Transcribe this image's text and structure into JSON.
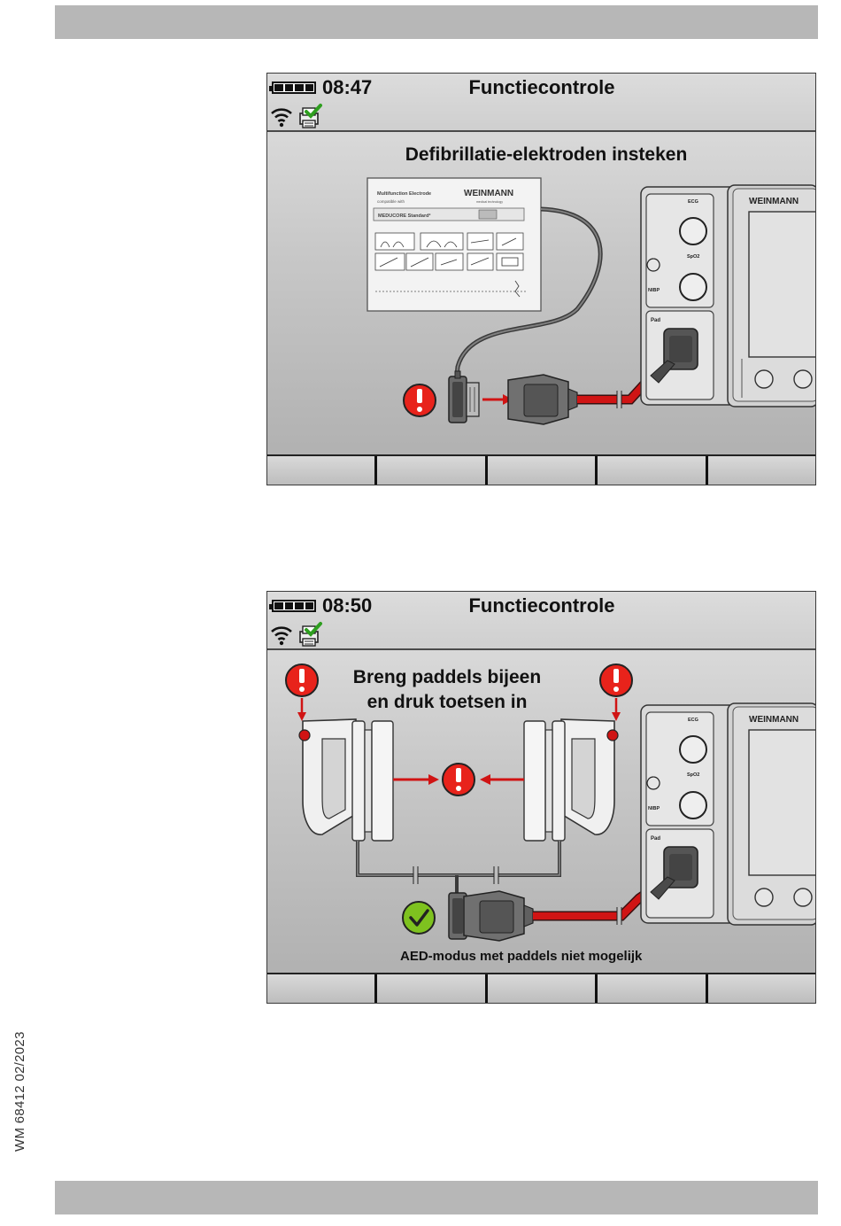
{
  "document_number": "WM 68412 02/2023",
  "screens": [
    {
      "time": "08:47",
      "title": "Functiecontrole",
      "instruction": "Defibrillatie-elektroden insteken",
      "electrode_pack": {
        "label": "Multifunction Electrode",
        "compat": "compatible with",
        "product": "MEDUCORE Standard²",
        "brand": "WEINMANN",
        "brand_sub": "medical technology"
      },
      "device": {
        "brand": "WEINMANN",
        "ports": [
          "ECG",
          "SpO2",
          "NIBP",
          "Pad"
        ]
      },
      "status": "warning"
    },
    {
      "time": "08:50",
      "title": "Functiecontrole",
      "instruction_line1": "Breng paddels bijeen",
      "instruction_line2": "en druk toetsen in",
      "footnote": "AED-modus met paddels niet mogelijk",
      "device": {
        "brand": "WEINMANN",
        "ports": [
          "ECG",
          "SpO2",
          "NIBP",
          "Pad"
        ]
      },
      "status": "ok"
    }
  ],
  "colors": {
    "warning": "#e8231b",
    "ok": "#7ec21f",
    "cable": "#d01414"
  }
}
